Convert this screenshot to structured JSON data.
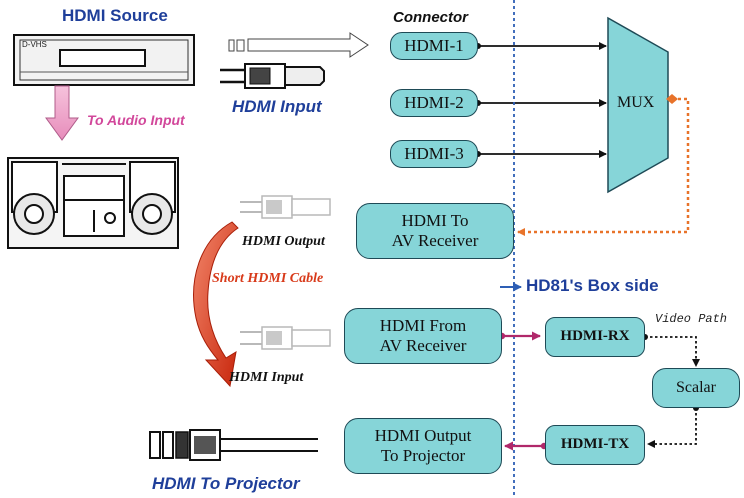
{
  "labels": {
    "hdmi_source": "HDMI Source",
    "dvhs": "D-VHS",
    "to_audio_input": "To Audio Input",
    "connector": "Connector",
    "hdmi_input_top": "HDMI Input",
    "hdmi_output": "HDMI Output",
    "short_cable": "Short HDMI Cable",
    "hdmi_input_mid": "HDMI Input",
    "box_side": "HD81's Box side",
    "video_path": "Video Path",
    "hdmi_to_projector": "HDMI To Projector"
  },
  "nodes": {
    "hdmi1": "HDMI-1",
    "hdmi2": "HDMI-2",
    "hdmi3": "HDMI-3",
    "mux": "MUX",
    "to_av_line1": "HDMI To",
    "to_av_line2": "AV Receiver",
    "from_av_line1": "HDMI From",
    "from_av_line2": "AV Receiver",
    "out_proj_line1": "HDMI Output",
    "out_proj_line2": "To Projector",
    "rx": "HDMI-RX",
    "tx": "HDMI-TX",
    "scalar": "Scalar"
  },
  "colors": {
    "node_fill": "#86d5d8",
    "label_blue": "#1f3f9a",
    "audio_pink": "#d2489b",
    "cable_red": "#d83a1a",
    "audio_path": "#e8732a",
    "connector_magenta": "#b0286a",
    "divider_blue": "#2e5fb5"
  }
}
